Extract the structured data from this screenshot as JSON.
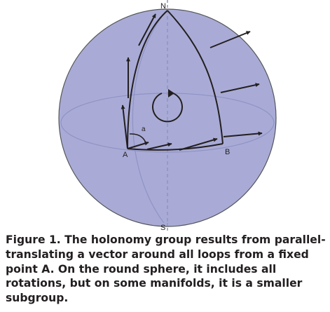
{
  "diagram": {
    "labels": {
      "north": "N",
      "south": "S",
      "point_a": "A",
      "point_b": "B",
      "angle": "a"
    },
    "colors": {
      "sphere_fill": "#a9abd6",
      "sphere_stroke": "#54565a",
      "guide_line": "#8f93c4",
      "axis_line": "#8f93c4",
      "path_stroke": "#231f20",
      "arrow": "#231f20"
    },
    "icons": [
      "circular-rotation-arrow-icon"
    ]
  },
  "caption": {
    "text": "Figure 1. The holonomy group results from parallel-translating a vector around all loops from a fixed point A. On the round sphere, it includes all rotations, but on some manifolds, it is a smaller subgroup."
  }
}
